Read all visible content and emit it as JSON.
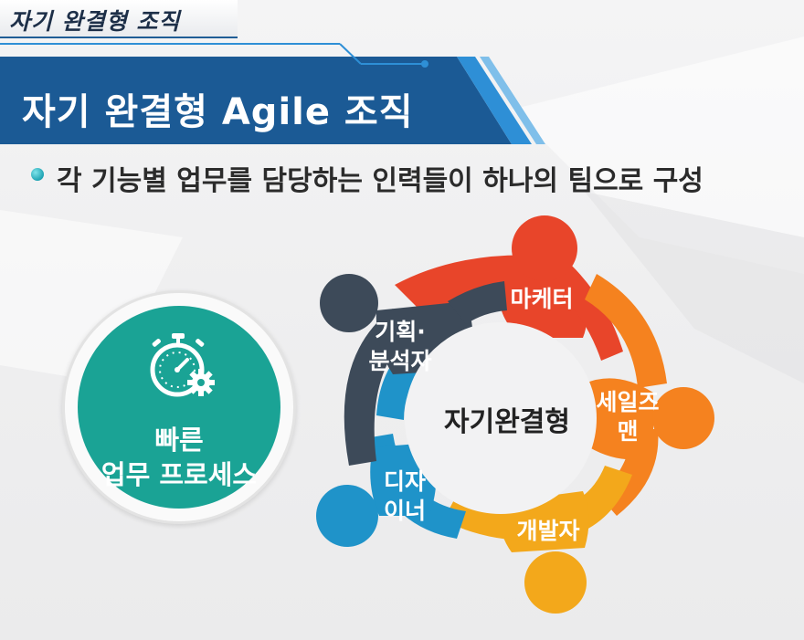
{
  "header": {
    "section_tag": "자기 완결형 조직",
    "title": "자기 완결형 Agile 조직"
  },
  "bullet": {
    "text": "각 기능별 업무를 담당하는 인력들이 하나의 팀으로 구성"
  },
  "badge": {
    "icon": "stopwatch-gear-icon",
    "line1": "빠른",
    "line2": "업무 프로세스",
    "color": "#1aa395"
  },
  "cycle": {
    "center": "자기완결형",
    "roles": [
      {
        "label_line1": "마케터",
        "label_line2": "",
        "color": "#e8452a"
      },
      {
        "label_line1": "세일즈",
        "label_line2": "맨",
        "color": "#f5821f"
      },
      {
        "label_line1": "개발자",
        "label_line2": "",
        "color": "#f3a81b"
      },
      {
        "label_line1": "디자",
        "label_line2": "이너",
        "color": "#1f93c9"
      },
      {
        "label_line1": "기획·",
        "label_line2": "분석자",
        "color": "#3d4a59"
      }
    ]
  },
  "colors": {
    "banner": "#1b5a95",
    "banner_accent": "#2e8fd6"
  }
}
